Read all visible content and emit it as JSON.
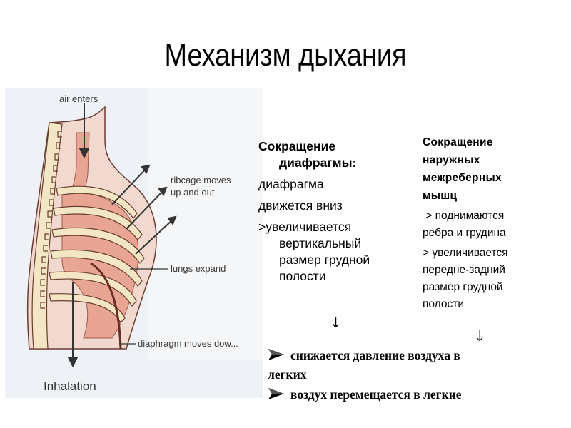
{
  "slide": {
    "title": "Механизм дыхания"
  },
  "figure": {
    "background_color": "#eef1f5",
    "body_color": "#f2d9cf",
    "rib_color": "#f3e6c4",
    "lung_color": "#e8a593",
    "outline_color": "#6a3d30",
    "labels": {
      "air_enters": "air enters",
      "ribcage_line1": "ribcage moves",
      "ribcage_line2": "up and out",
      "lungs_expand": "lungs expand",
      "diaphragm": "diaphragm moves dow...",
      "caption": "Inhalation"
    }
  },
  "column_left": {
    "heading_line1": "Сокращение",
    "heading_line2": "диафрагмы:",
    "line1": "диафрагма",
    "line2": "движется вниз",
    "line3_first": ">увеличивается",
    "line3_rest1": "вертикальный",
    "line3_rest2": "размер грудной",
    "line3_rest3": "полости",
    "arrow": "↓"
  },
  "column_right": {
    "heading_line1": "Сокращение",
    "heading_line2": "наружных",
    "heading_line3": "межреберных",
    "heading_line4": "мышц",
    "point1_line1": " > поднимаются",
    "point1_line2": "ребра и грудина",
    "point2_line1": "> увеличивается",
    "point2_line2": "передне-задний",
    "point2_line3": "размер грудной",
    "point2_line4": "полости",
    "arrow": "↓"
  },
  "conclusions": [
    {
      "line1": "снижается давление воздуха в",
      "line2": "легких"
    },
    {
      "line1": "воздух перемещается в легкие"
    }
  ]
}
